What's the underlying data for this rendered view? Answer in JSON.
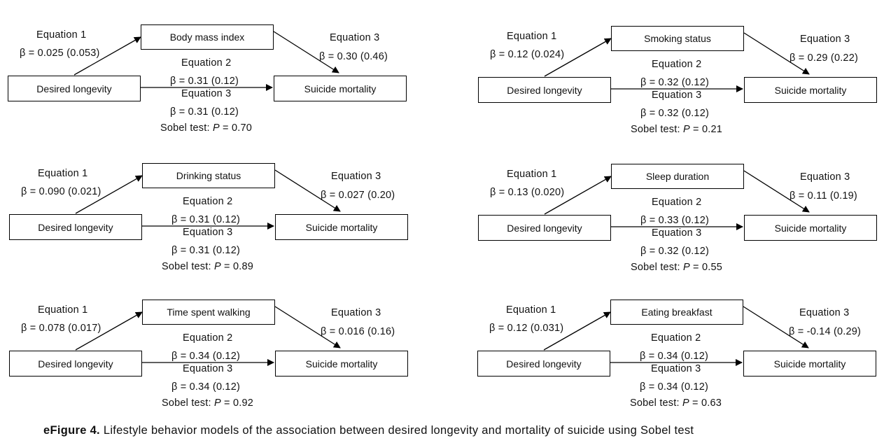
{
  "caption": {
    "label": "eFigure 4.",
    "text": "Lifestyle behavior models of the association between desired longevity and mortality of suicide using Sobel test"
  },
  "panels": [
    {
      "mediator": "Body mass index",
      "exposure": "Desired longevity",
      "outcome": "Suicide mortality",
      "eq1_title": "Equation 1",
      "eq1_beta": "β = 0.025 (0.053)",
      "eq2_title": "Equation 2",
      "eq2_beta": "β = 0.31 (0.12)",
      "eq3a_title": "Equation 3",
      "eq3a_beta": "β = 0.31 (0.12)",
      "eq3b_title": "Equation 3",
      "eq3b_beta": "β = 0.30 (0.46)",
      "sobel_prefix": "Sobel test: ",
      "sobel_p": "P",
      "sobel_value": " = 0.70"
    },
    {
      "mediator": "Smoking status",
      "exposure": "Desired longevity",
      "outcome": "Suicide mortality",
      "eq1_title": "Equation 1",
      "eq1_beta": "β = 0.12 (0.024)",
      "eq2_title": "Equation 2",
      "eq2_beta": "β = 0.32 (0.12)",
      "eq3a_title": "Equation 3",
      "eq3a_beta": "β = 0.32 (0.12)",
      "eq3b_title": "Equation 3",
      "eq3b_beta": "β = 0.29 (0.22)",
      "sobel_prefix": "Sobel test: ",
      "sobel_p": "P",
      "sobel_value": " = 0.21"
    },
    {
      "mediator": "Drinking status",
      "exposure": "Desired longevity",
      "outcome": "Suicide mortality",
      "eq1_title": "Equation 1",
      "eq1_beta": "β = 0.090 (0.021)",
      "eq2_title": "Equation 2",
      "eq2_beta": "β = 0.31 (0.12)",
      "eq3a_title": "Equation 3",
      "eq3a_beta": "β = 0.31 (0.12)",
      "eq3b_title": "Equation 3",
      "eq3b_beta": "β = 0.027 (0.20)",
      "sobel_prefix": "Sobel test: ",
      "sobel_p": "P",
      "sobel_value": " = 0.89"
    },
    {
      "mediator": "Sleep duration",
      "exposure": "Desired longevity",
      "outcome": "Suicide mortality",
      "eq1_title": "Equation 1",
      "eq1_beta": "β = 0.13 (0.020)",
      "eq2_title": "Equation 2",
      "eq2_beta": "β = 0.33 (0.12)",
      "eq3a_title": "Equation 3",
      "eq3a_beta": "β = 0.32 (0.12)",
      "eq3b_title": "Equation 3",
      "eq3b_beta": "β = 0.11 (0.19)",
      "sobel_prefix": "Sobel test: ",
      "sobel_p": "P",
      "sobel_value": " = 0.55"
    },
    {
      "mediator": "Time spent walking",
      "exposure": "Desired longevity",
      "outcome": "Suicide mortality",
      "eq1_title": "Equation 1",
      "eq1_beta": "β = 0.078 (0.017)",
      "eq2_title": "Equation 2",
      "eq2_beta": "β = 0.34 (0.12)",
      "eq3a_title": "Equation 3",
      "eq3a_beta": "β = 0.34 (0.12)",
      "eq3b_title": "Equation 3",
      "eq3b_beta": "β = 0.016 (0.16)",
      "sobel_prefix": "Sobel test: ",
      "sobel_p": "P",
      "sobel_value": " = 0.92"
    },
    {
      "mediator": "Eating breakfast",
      "exposure": "Desired longevity",
      "outcome": "Suicide mortality",
      "eq1_title": "Equation 1",
      "eq1_beta": "β = 0.12 (0.031)",
      "eq2_title": "Equation 2",
      "eq2_beta": "β = 0.34 (0.12)",
      "eq3a_title": "Equation 3",
      "eq3a_beta": "β = 0.34 (0.12)",
      "eq3b_title": "Equation 3",
      "eq3b_beta": "β = -0.14 (0.29)",
      "sobel_prefix": "Sobel test: ",
      "sobel_p": "P",
      "sobel_value": " = 0.63"
    }
  ]
}
